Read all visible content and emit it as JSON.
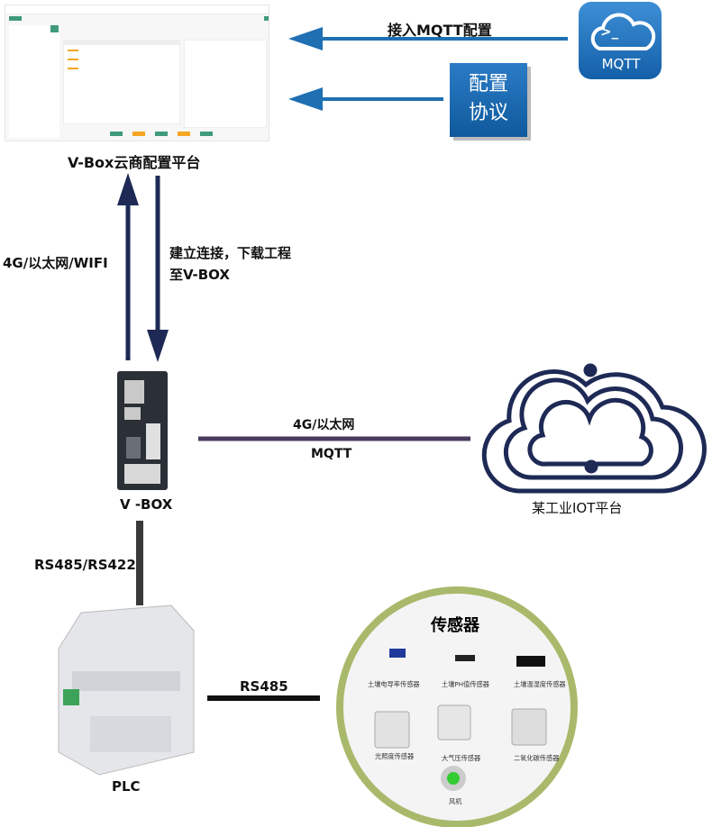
{
  "platform": {
    "caption": "V-Box云商配置平台"
  },
  "mqtt_config": {
    "label": "接入MQTT配置",
    "icon_text": "MQTT",
    "icon_glyph": ">_"
  },
  "protocol_box": {
    "line1": "配置",
    "line2": "协议"
  },
  "uplink": {
    "label": "4G/以太网/WIFI"
  },
  "downlink": {
    "line1": "建立连接，下载工程",
    "line2": "至V-BOX"
  },
  "vbox": {
    "caption": "V -BOX"
  },
  "iot_link": {
    "top": "4G/以太网",
    "bottom": "MQTT"
  },
  "iot_platform": {
    "caption": "某工业IOT平台"
  },
  "serial": {
    "label": "RS485/RS422"
  },
  "plc": {
    "caption": "PLC"
  },
  "sensor_link": {
    "label": "RS485"
  },
  "sensors": {
    "title": "传感器",
    "items": [
      "土壤电导率传感器",
      "土壤PH值传感器",
      "土壤温湿度传感器",
      "光照度传感器",
      "大气压传感器",
      "二氧化碳传感器",
      "风机"
    ]
  },
  "colors": {
    "arrow_blue": "#1f6fb2",
    "navy": "#1e2a55",
    "purple_line": "#4b3b5f",
    "ring": "#a9b96b",
    "button_green": "#3f9b7a",
    "button_orange": "#f5a623"
  }
}
